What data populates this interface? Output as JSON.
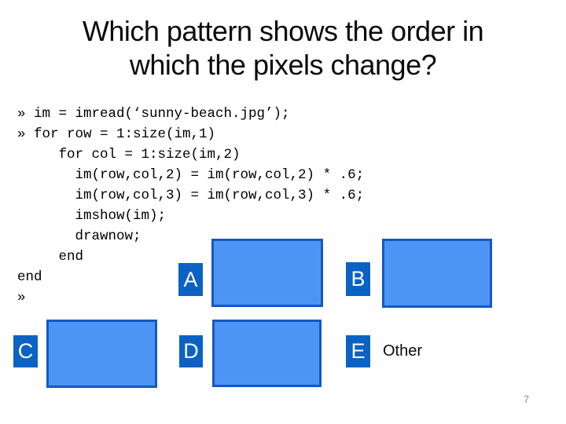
{
  "title": {
    "line1": "Which pattern shows the order in",
    "line2": "which the pixels change?"
  },
  "code": {
    "lines": [
      "» im = imread(‘sunny-beach.jpg’);",
      "» for row = 1:size(im,1)",
      "     for col = 1:size(im,2)",
      "       im(row,col,2) = im(row,col,2) * .6;",
      "       im(row,col,3) = im(row,col,3) * .6;",
      "       imshow(im);",
      "       drawnow;",
      "     end",
      "end",
      "»"
    ]
  },
  "options": {
    "a": {
      "label": "A"
    },
    "b": {
      "label": "B"
    },
    "c": {
      "label": "C"
    },
    "d": {
      "label": "D"
    },
    "e": {
      "label": "E",
      "text": "Other"
    }
  },
  "page_number": "7",
  "colors": {
    "label-bg": "#0b62c5",
    "label-text": "#ffffff",
    "pattern-fill": "#4d95f5",
    "pattern-border": "#1459c0",
    "title-text": "#0b0b0b",
    "code-text": "#000000",
    "page-number-text": "#8a8a8a"
  }
}
